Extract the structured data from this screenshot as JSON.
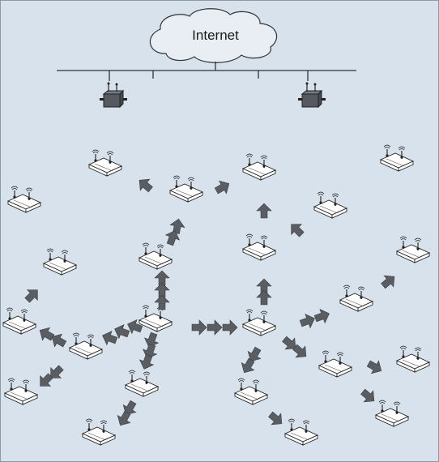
{
  "cloud": {
    "label": "Internet"
  },
  "nodes": [
    {
      "id": "r1"
    },
    {
      "id": "r2"
    },
    {
      "id": "r3"
    },
    {
      "id": "r4"
    },
    {
      "id": "r5"
    },
    {
      "id": "r6"
    },
    {
      "id": "r7"
    },
    {
      "id": "r8"
    },
    {
      "id": "r9"
    },
    {
      "id": "r10"
    },
    {
      "id": "r11"
    },
    {
      "id": "r12"
    },
    {
      "id": "r13"
    },
    {
      "id": "r14"
    },
    {
      "id": "r15"
    },
    {
      "id": "r16"
    },
    {
      "id": "r17"
    },
    {
      "id": "r18"
    },
    {
      "id": "r19"
    },
    {
      "id": "r20"
    },
    {
      "id": "r21"
    }
  ],
  "gateways": [
    {
      "id": "g1"
    },
    {
      "id": "g2"
    }
  ],
  "colors": {
    "background": "#d7e2ec",
    "cloud_fill": "#e8eef4",
    "router_fill": "#ffffff",
    "gateway_fill": "#555a60",
    "arrow_fill": "#5a5e63",
    "line": "#333333"
  }
}
